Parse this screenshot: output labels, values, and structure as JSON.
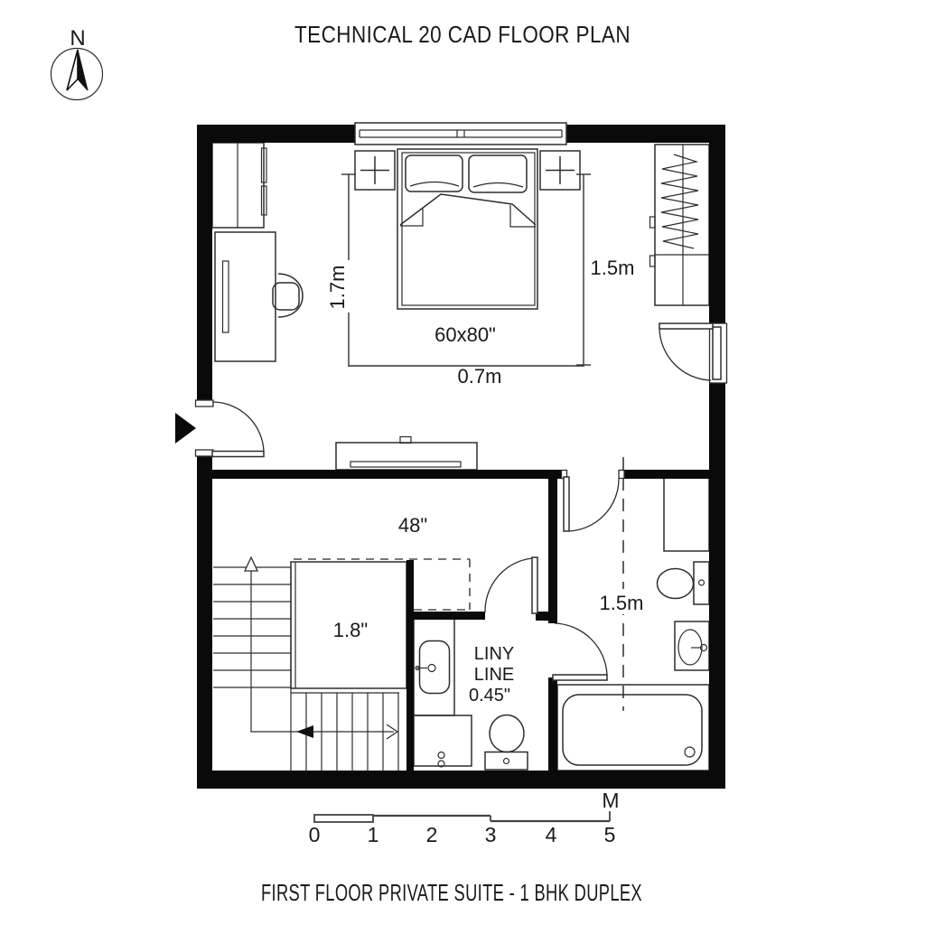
{
  "header": {
    "title": "TECHNICAL 20 CAD FLOOR PLAN"
  },
  "footer": {
    "title": "FIRST FLOOR PRIVATE SUITE - 1 BHK DUPLEX"
  },
  "compass": {
    "north_label": "N"
  },
  "dimensions": {
    "bed_length": "1.7m",
    "bed_size": "60x80\"",
    "bed_clearance": "0.7m",
    "wardrobe_side": "1.5m",
    "hall_width": "48\"",
    "landing": "1.8\"",
    "bath_centerline": "1.5m",
    "note_line1": "LINY",
    "note_line2": "LINE",
    "note_line3": "0.45\""
  },
  "scale_bar": {
    "unit_label": "M",
    "ticks": [
      "0",
      "1",
      "2",
      "3",
      "4",
      "5"
    ]
  },
  "colors": {
    "wall": "#0a0a0a",
    "line": "#2d2d2d",
    "text": "#1a1a1a",
    "background": "#ffffff"
  }
}
